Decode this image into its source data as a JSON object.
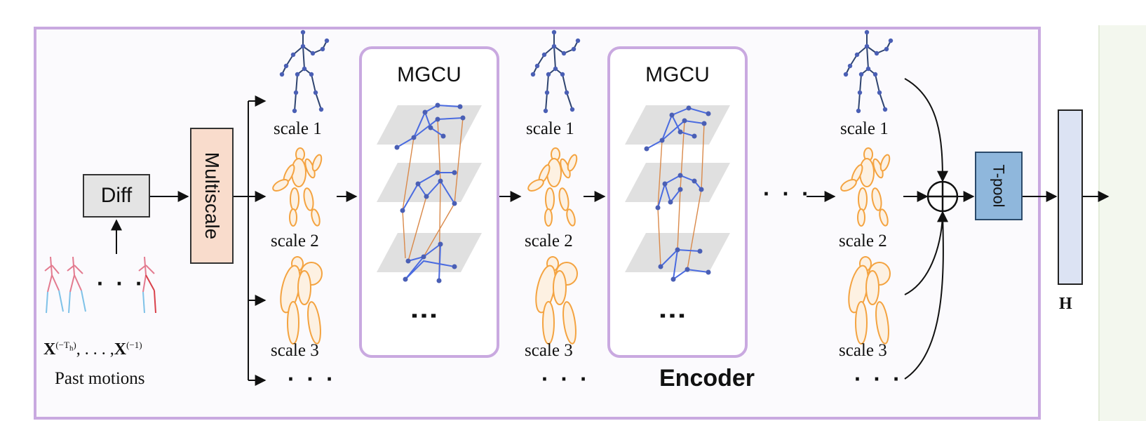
{
  "diagram": {
    "blocks": {
      "diff": "Diff",
      "multiscale": "Multiscale",
      "mgcu_1": "MGCU",
      "mgcu_2": "MGCU",
      "tpool": "T-pool",
      "h_output": "H",
      "encoder": "Encoder"
    },
    "input": {
      "sequence_label_base": "X",
      "sequence_first_sup": "(−T",
      "sequence_first_sub": "h",
      "sequence_first_close": ")",
      "sequence_separator": ", . . . ,",
      "sequence_last_sup": "(−1)",
      "caption": "Past motions"
    },
    "scale_labels": {
      "stage1": [
        "scale 1",
        "scale 2",
        "scale 3"
      ],
      "stage2": [
        "scale 1",
        "scale 2",
        "scale 3"
      ],
      "stage3": [
        "scale 1",
        "scale 2",
        "scale 3"
      ]
    },
    "ellipsis": "· · ·",
    "vertical_ellipsis": "⋮",
    "operator": "⊕"
  },
  "colors": {
    "frame_border": "#c9a9e0",
    "skeleton_dark": "#2f4470",
    "skeleton_joint": "#4a5fb5",
    "body_orange": "#f4a340",
    "graph_blue": "#4a6be0",
    "graph_link": "#d9894a",
    "plane_gray": "#d6d6d6",
    "diff_fill": "#e4e4e4",
    "multiscale_fill": "#f9dccc",
    "tpool_fill": "#8fb7dc",
    "h_fill": "#dce3f3"
  }
}
